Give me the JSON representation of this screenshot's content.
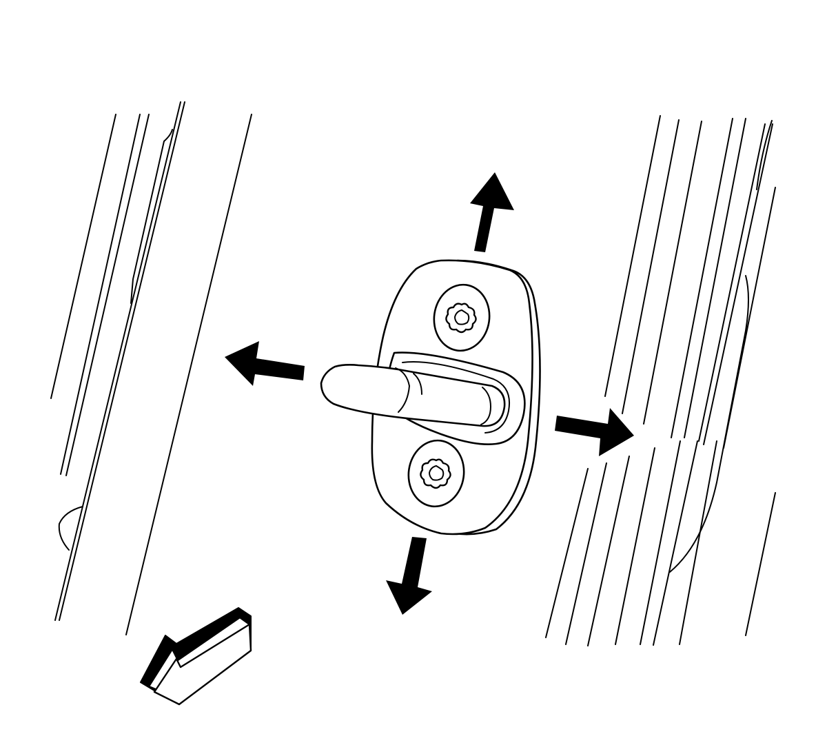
{
  "diagram": {
    "subject": "door-striker-adjustment",
    "line_color": "#000000",
    "background_color": "#ffffff",
    "icons": [
      "striker-plate-icon",
      "torx-screw-icon",
      "striker-loop-icon",
      "adjust-arrow-icon",
      "view-direction-arrow-icon"
    ],
    "adjustment_directions": [
      "up",
      "down",
      "left",
      "right"
    ]
  }
}
